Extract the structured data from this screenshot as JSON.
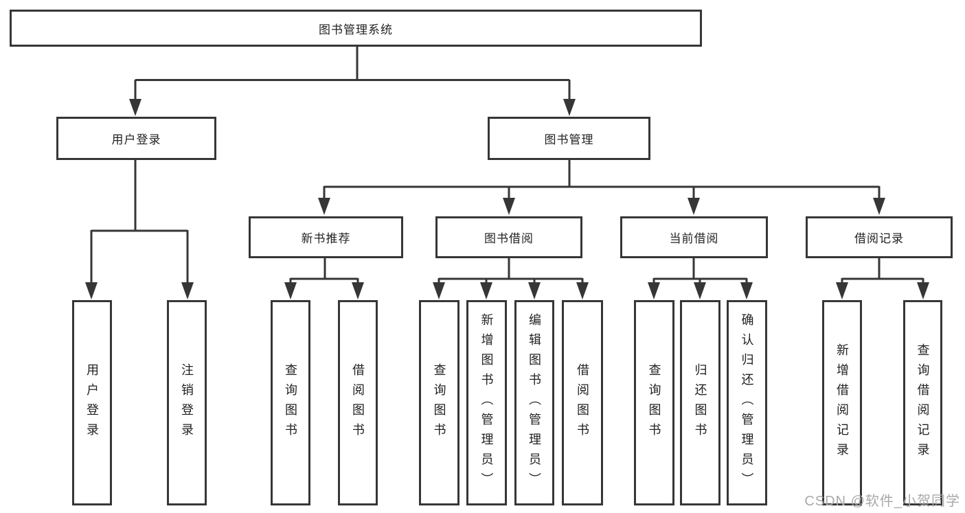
{
  "diagram": {
    "root": "图书管理系统",
    "branches": {
      "user_login": "用户登录",
      "book_management": "图书管理"
    },
    "user_login_children": {
      "login": "用户登录",
      "logout": "注销登录"
    },
    "book_management_children": {
      "new_book_recommend": "新书推荐",
      "book_borrow": "图书借阅",
      "current_borrow": "当前借阅",
      "borrow_records": "借阅记录"
    },
    "new_book_recommend_children": {
      "query_book": "查询图书",
      "borrow_book": "借阅图书"
    },
    "book_borrow_children": {
      "query_book": "查询图书",
      "add_book": "新增图书（管理员）",
      "edit_book": "编辑图书（管理员）",
      "borrow_book": "借阅图书"
    },
    "current_borrow_children": {
      "query_book": "查询图书",
      "return_book": "归还图书",
      "confirm_return": "确认归还（管理员）"
    },
    "borrow_records_children": {
      "add_record": "新增借阅记录",
      "query_record": "查询借阅记录"
    },
    "watermark": "CSDN @软件_小贺同学",
    "colors": {
      "line": "#363636",
      "box_border": "#363636",
      "text": "#222222",
      "watermark_text": "#a9a9a9",
      "background": "#ffffff"
    }
  }
}
